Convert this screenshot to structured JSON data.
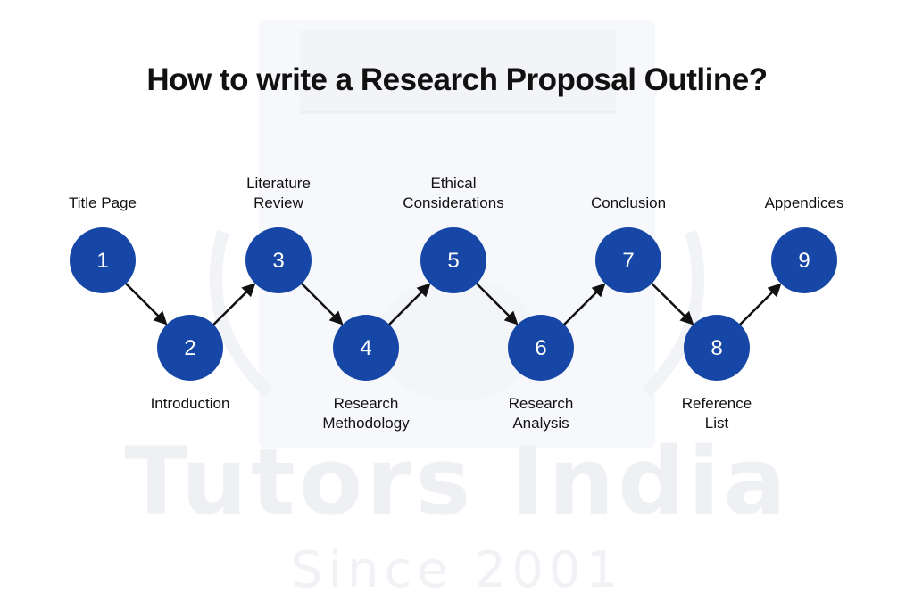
{
  "title": "How to write a Research Proposal Outline?",
  "watermark": {
    "brand": "Tutors India",
    "since": "Since 2001"
  },
  "colors": {
    "node_fill": "#1747a6",
    "node_text": "#ffffff",
    "connector": "#111111"
  },
  "steps": [
    {
      "number": "1",
      "label": "Title Page"
    },
    {
      "number": "2",
      "label": "Introduction"
    },
    {
      "number": "3",
      "label": "Literature\nReview"
    },
    {
      "number": "4",
      "label": "Research\nMethodology"
    },
    {
      "number": "5",
      "label": "Ethical\nConsiderations"
    },
    {
      "number": "6",
      "label": "Research\nAnalysis"
    },
    {
      "number": "7",
      "label": "Conclusion"
    },
    {
      "number": "8",
      "label": "Reference\nList"
    },
    {
      "number": "9",
      "label": "Appendices"
    }
  ]
}
